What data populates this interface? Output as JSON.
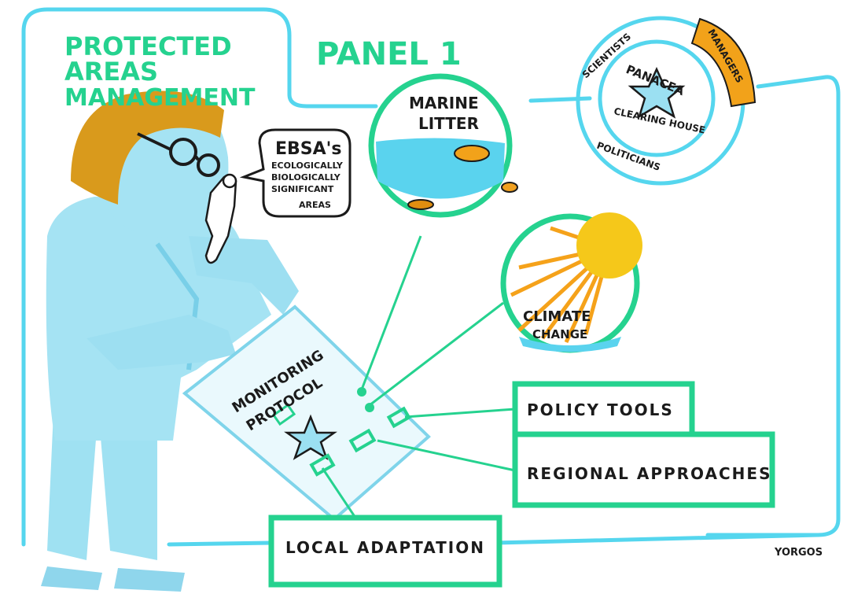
{
  "title": "PROTECTED AREAS MANAGEMENT",
  "title_lines": [
    "PROTECTED",
    "AREAS",
    "MANAGEMENT"
  ],
  "panel_title": "PANEL 1",
  "speech_bubble": {
    "heading": "EBSA's",
    "lines": [
      "ECOLOGICALLY",
      "BIOLOGICALLY",
      "SIGNIFICANT",
      "AREAS"
    ]
  },
  "marine_litter": [
    "MARINE",
    "LITTER"
  ],
  "climate_change": [
    "CLIMATE",
    "CHANGE"
  ],
  "clipboard": [
    "MONITORING",
    "PROTOCOL"
  ],
  "boxes": {
    "policy_tools": "POLICY TOOLS",
    "regional_approaches": "REGIONAL APPROACHES",
    "local_adaptation": "LOCAL ADAPTATION"
  },
  "clearinghouse": {
    "center_top": "PANACEA",
    "center_bottom": "CLEARING HOUSE",
    "segments": [
      "SCIENTISTS",
      "MANAGERS",
      "POLITICIANS"
    ]
  },
  "signature": "YORGOS",
  "colors": {
    "frame": "#55d6ee",
    "green": "#25d28f",
    "person": "#8fdcf0",
    "hair": "#d99a1c",
    "sun": "#f5c81a",
    "ink": "#1b1b1b"
  }
}
